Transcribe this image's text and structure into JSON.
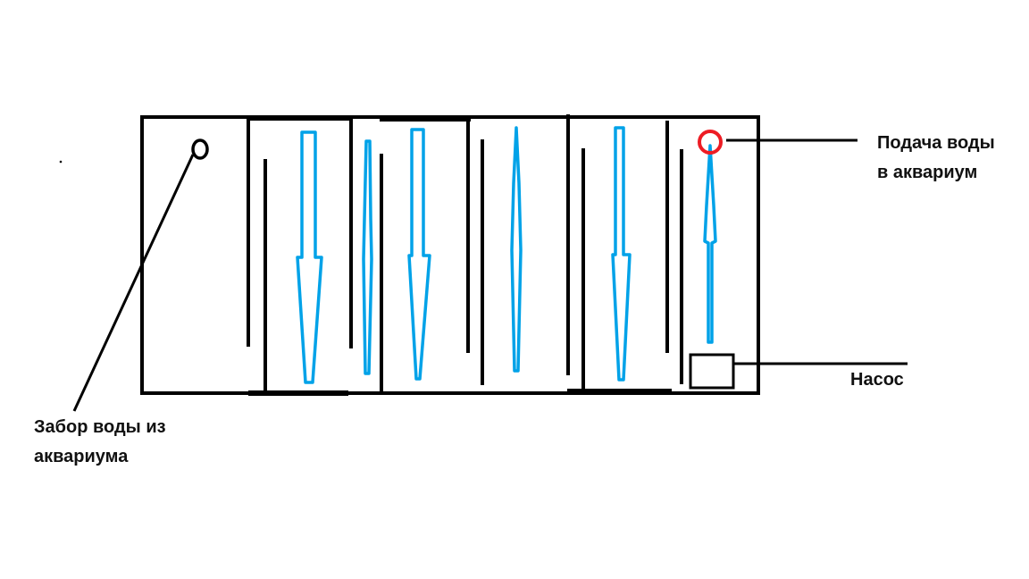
{
  "labels": {
    "outlet_line1": "Подача воды",
    "outlet_line2": "в аквариум",
    "pump": "Насос",
    "intake_line1": "Забор воды из",
    "intake_line2": "аквариума"
  },
  "colors": {
    "flow": "#00a2e8",
    "outlet": "#ed1c24",
    "lines": "#000000"
  }
}
